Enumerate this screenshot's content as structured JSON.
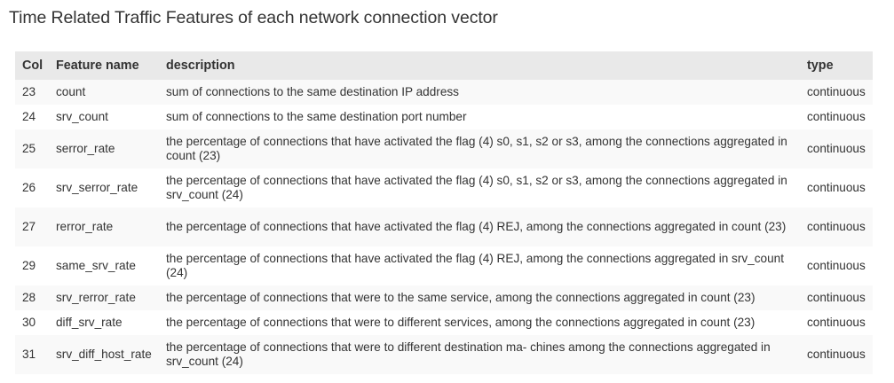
{
  "page": {
    "title": "Time Related Traffic Features of each network connection vector"
  },
  "table": {
    "headers": {
      "col": "Col",
      "feature_name": "Feature name",
      "description": "description",
      "type": "type"
    },
    "rows": [
      {
        "col": "23",
        "name": "count",
        "description": "sum of connections to the same destination IP address",
        "type": "continuous"
      },
      {
        "col": "24",
        "name": "srv_count",
        "description": "sum of connections to the same destination port number",
        "type": "continuous"
      },
      {
        "col": "25",
        "name": "serror_rate",
        "description": "the percentage of connections that have activated the flag (4) s0, s1, s2 or s3, among the connections aggregated in count (23)",
        "type": "continuous"
      },
      {
        "col": "26",
        "name": "srv_serror_rate",
        "description": "the percentage of connections that have activated the flag (4) s0, s1, s2 or s3, among the connections aggregated in srv_count (24)",
        "type": "continuous"
      },
      {
        "col": "27",
        "name": "rerror_rate",
        "description": "the percentage of connections that have activated the flag (4) REJ, among the connections aggregated in count (23)",
        "type": "continuous"
      },
      {
        "col": "29",
        "name": "same_srv_rate",
        "description": "the percentage of connections that have activated the flag (4) REJ, among the connections aggregated in srv_count (24)",
        "type": "continuous"
      },
      {
        "col": "28",
        "name": "srv_rerror_rate",
        "description": "the percentage of connections that were to the same service, among the connections aggregated in count (23)",
        "type": "continuous"
      },
      {
        "col": "30",
        "name": "diff_srv_rate",
        "description": "the percentage of connections that were to different services, among the connections aggregated in count (23)",
        "type": "continuous"
      },
      {
        "col": "31",
        "name": "srv_diff_host_rate",
        "description": "the percentage of connections that were to different destination ma- chines among the connections aggregated in srv_count (24)",
        "type": "continuous"
      }
    ]
  }
}
